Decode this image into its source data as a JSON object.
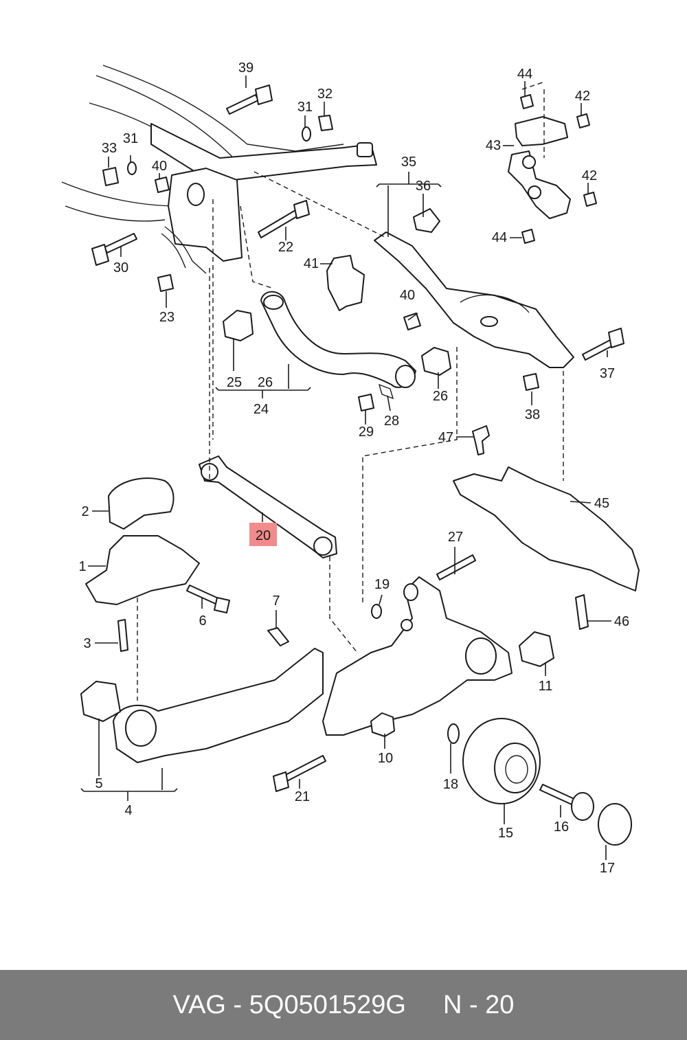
{
  "diagram": {
    "callouts": [
      {
        "id": "39",
        "label": "39"
      },
      {
        "id": "32",
        "label": "32"
      },
      {
        "id": "31a",
        "label": "31"
      },
      {
        "id": "31b",
        "label": "31"
      },
      {
        "id": "33",
        "label": "33"
      },
      {
        "id": "40a",
        "label": "40"
      },
      {
        "id": "30",
        "label": "30"
      },
      {
        "id": "22",
        "label": "22"
      },
      {
        "id": "23",
        "label": "23"
      },
      {
        "id": "41",
        "label": "41"
      },
      {
        "id": "35",
        "label": "35"
      },
      {
        "id": "36",
        "label": "36"
      },
      {
        "id": "44a",
        "label": "44"
      },
      {
        "id": "42a",
        "label": "42"
      },
      {
        "id": "43",
        "label": "43"
      },
      {
        "id": "42b",
        "label": "42"
      },
      {
        "id": "44b",
        "label": "44"
      },
      {
        "id": "40b",
        "label": "40"
      },
      {
        "id": "37",
        "label": "37"
      },
      {
        "id": "38",
        "label": "38"
      },
      {
        "id": "25",
        "label": "25"
      },
      {
        "id": "26a",
        "label": "26"
      },
      {
        "id": "24",
        "label": "24"
      },
      {
        "id": "26b",
        "label": "26"
      },
      {
        "id": "28",
        "label": "28"
      },
      {
        "id": "29",
        "label": "29"
      },
      {
        "id": "47",
        "label": "47"
      },
      {
        "id": "45",
        "label": "45"
      },
      {
        "id": "2",
        "label": "2"
      },
      {
        "id": "20",
        "label": "20"
      },
      {
        "id": "1",
        "label": "1"
      },
      {
        "id": "6",
        "label": "6"
      },
      {
        "id": "3",
        "label": "3"
      },
      {
        "id": "27",
        "label": "27"
      },
      {
        "id": "19",
        "label": "19"
      },
      {
        "id": "7",
        "label": "7"
      },
      {
        "id": "46",
        "label": "46"
      },
      {
        "id": "11",
        "label": "11"
      },
      {
        "id": "5",
        "label": "5"
      },
      {
        "id": "4",
        "label": "4"
      },
      {
        "id": "10",
        "label": "10"
      },
      {
        "id": "21",
        "label": "21"
      },
      {
        "id": "18",
        "label": "18"
      },
      {
        "id": "15",
        "label": "15"
      },
      {
        "id": "16",
        "label": "16"
      },
      {
        "id": "17",
        "label": "17"
      }
    ],
    "highlight": {
      "callout": "20",
      "color": "#f28b8b"
    }
  },
  "footer": {
    "brand": "VAG",
    "separator": " - ",
    "part_number": "5Q0501529G",
    "position_label": "N - 20",
    "background_color": "#7b7b7b",
    "text_color": "#ffffff"
  }
}
